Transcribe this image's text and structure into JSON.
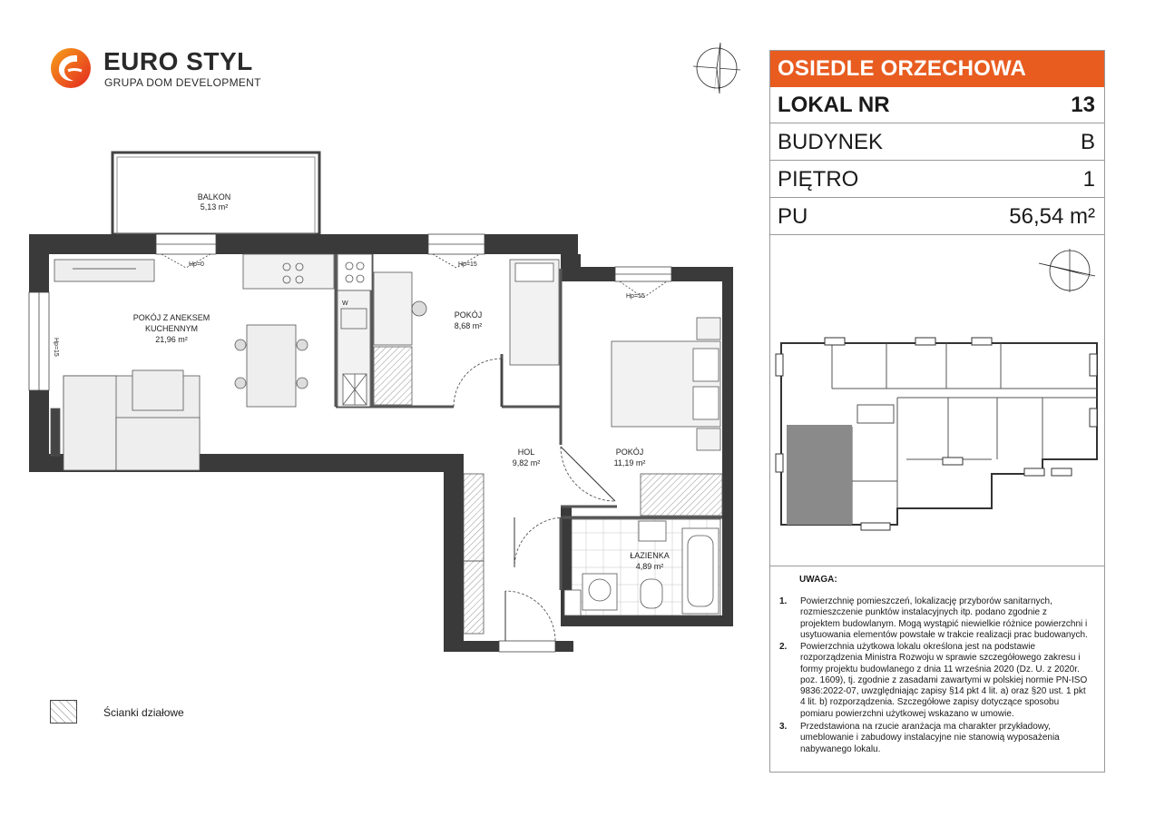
{
  "logo": {
    "title": "EURO STYL",
    "subtitle": "GRUPA DOM DEVELOPMENT"
  },
  "colors": {
    "accent": "#e85c20",
    "wall": "#3a3a3a",
    "panel_border": "#9a9a9a",
    "highlight": "#8a8a8a"
  },
  "rooms": {
    "balcony": {
      "name": "BALKON",
      "area": "5,13 m²"
    },
    "living": {
      "name_line1": "POKÓJ Z ANEKSEM",
      "name_line2": "KUCHENNYM",
      "area": "21,96 m²"
    },
    "room1": {
      "name": "POKÓJ",
      "area": "8,68 m²"
    },
    "room2": {
      "name": "POKÓJ",
      "area": "11,19 m²"
    },
    "hall": {
      "name": "HOL",
      "area": "9,82 m²"
    },
    "bath": {
      "name": "ŁAZIENKA",
      "area": "4,89 m²"
    }
  },
  "window_labels": {
    "w1": "Hp=0",
    "w2": "Hp=15",
    "w3": "Hp=15",
    "w4": "Hp=15",
    "w5": "W"
  },
  "legend": {
    "label": "Ścianki działowe"
  },
  "panel": {
    "header": "OSIEDLE ORZECHOWA",
    "rows": [
      {
        "key": "LOKAL NR",
        "value": "13"
      },
      {
        "key": "BUDYNEK",
        "value": "B"
      },
      {
        "key": "PIĘTRO",
        "value": "1"
      },
      {
        "key": "PU",
        "value": "56,54 m²"
      }
    ],
    "notes_title": "UWAGA:",
    "notes": [
      {
        "n": "1.",
        "text": "Powierzchnię pomieszczeń, lokalizację przyborów sanitarnych, rozmieszczenie punktów instalacyjnych itp. podano zgodnie z projektem budowlanym. Mogą wystąpić niewielkie różnice powierzchni i usytuowania elementów powstałe w trakcie realizacji prac budowanych."
      },
      {
        "n": "2.",
        "text": "Powierzchnia użytkowa lokalu określona jest na podstawie rozporządzenia Ministra Rozwoju w sprawie szczegółowego zakresu i formy projektu budowlanego z dnia 11 września 2020 (Dz. U. z 2020r. poz. 1609), tj. zgodnie z zasadami zawartymi w polskiej normie PN-ISO 9836:2022-07, uwzględniając zapisy §14 pkt 4 lit. a) oraz §20 ust. 1 pkt 4 lit. b) rozporządzenia. Szczegółowe zapisy dotyczące sposobu pomiaru powierzchni użytkowej wskazano w umowie."
      },
      {
        "n": "3.",
        "text": "Przedstawiona na rzucie aranżacja ma charakter przykładowy, umeblowanie i zabudowy instalacyjne nie stanowią wyposażenia nabywanego lokalu."
      }
    ]
  }
}
